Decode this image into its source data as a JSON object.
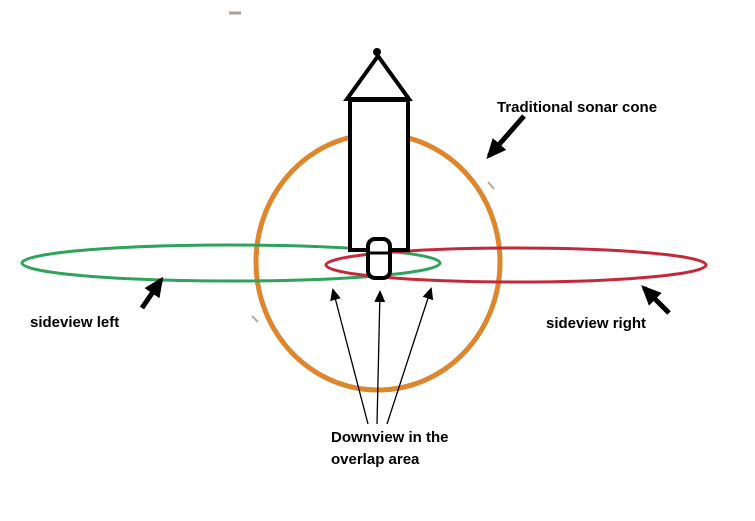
{
  "labels": {
    "sonar_cone": "Traditional sonar cone",
    "sideview_left": "sideview left",
    "sideview_right": "sideview right",
    "downview_line1": "Downview in the",
    "downview_line2": "overlap area"
  },
  "colors": {
    "sonar_cone": "#dd862e",
    "sideview_left": "#2fa25c",
    "sideview_right": "#c4293b",
    "ink": "#000000",
    "background": "#ffffff"
  }
}
